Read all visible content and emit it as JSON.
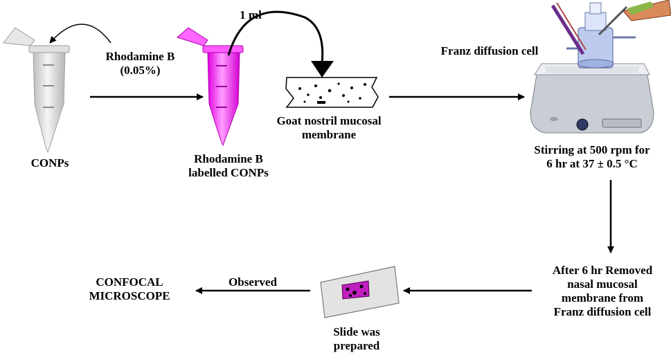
{
  "labels": {
    "rhodamine_add": [
      "Rhodamine B",
      "(0.05%)"
    ],
    "conps": "CONPs",
    "labelled": [
      "Rhodamine B",
      "labelled CONPs"
    ],
    "volume": "1 ml",
    "membrane": [
      "Goat nostril mucosal",
      "membrane"
    ],
    "franz": "Franz diffusion  cell",
    "stirring": [
      "Stirring at 500 rpm for",
      "6 hr at 37 ± 0.5 °C"
    ],
    "removed": [
      "After 6 hr Removed",
      "nasal mucosal",
      "membrane from",
      "Franz diffusion cell"
    ],
    "slide": [
      "Slide was",
      "prepared"
    ],
    "observed": "Observed",
    "confocal": [
      "CONFOCAL",
      "MICROSCOPE"
    ]
  },
  "colors": {
    "tube_plain": "#d9d9d9",
    "tube_labelled": "#ff33ff",
    "arrow": "#000000",
    "stain": "#c020c0"
  }
}
